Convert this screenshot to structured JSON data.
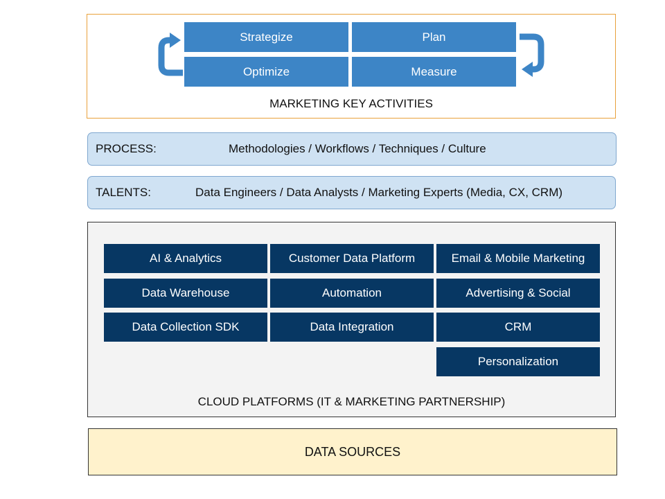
{
  "activities": {
    "items": [
      "Strategize",
      "Plan",
      "Optimize",
      "Measure"
    ],
    "caption": "MARKETING KEY ACTIVITIES"
  },
  "process": {
    "label": "PROCESS:",
    "value": "Methodologies / Workflows / Techniques / Culture"
  },
  "talents": {
    "label": "TALENTS:",
    "value": "Data Engineers / Data Analysts / Marketing Experts (Media, CX, CRM)"
  },
  "cloud": {
    "tiles": [
      "AI & Analytics",
      "Customer Data Platform",
      "Email & Mobile Marketing",
      "Data Warehouse",
      "Automation",
      "Advertising & Social",
      "Data Collection SDK",
      "Data Integration",
      "CRM",
      "Personalization"
    ],
    "caption": "CLOUD PLATFORMS (IT & MARKETING PARTNERSHIP)"
  },
  "data_sources": {
    "label": "DATA SOURCES"
  },
  "colors": {
    "activity_blue": "#3d85c6",
    "tile_navy": "#073763",
    "band_blue": "#cfe2f3",
    "cloud_gray": "#f3f3f3",
    "sources_yellow": "#fff2cc",
    "activities_border": "#e8a13a"
  }
}
